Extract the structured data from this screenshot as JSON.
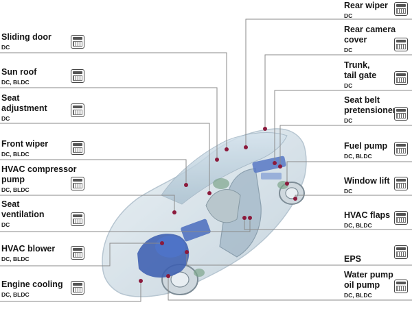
{
  "left_labels": [
    {
      "id": "sliding-door",
      "name": "Sliding door",
      "sub": "DC"
    },
    {
      "id": "sun-roof",
      "name": "Sun roof",
      "sub": "DC, BLDC"
    },
    {
      "id": "seat-adjustment",
      "name": "Seat\nadjustment",
      "sub": "DC"
    },
    {
      "id": "front-wiper",
      "name": "Front wiper",
      "sub": "DC, BLDC"
    },
    {
      "id": "hvac-compressor-pump",
      "name": "HVAC compressor\npump",
      "sub": "DC, BLDC"
    },
    {
      "id": "seat-ventilation",
      "name": "Seat\nventilation",
      "sub": "DC"
    },
    {
      "id": "hvac-blower",
      "name": "HVAC blower",
      "sub": "DC, BLDC"
    },
    {
      "id": "engine-cooling",
      "name": "Engine cooling",
      "sub": "DC, BLDC"
    }
  ],
  "right_labels": [
    {
      "id": "rear-wiper",
      "name": "Rear wiper",
      "sub": "DC"
    },
    {
      "id": "rear-camera-cover",
      "name": "Rear camera\ncover",
      "sub": "DC"
    },
    {
      "id": "trunk-tail-gate",
      "name": "Trunk,\ntail gate",
      "sub": "DC"
    },
    {
      "id": "seat-belt-pretensioner",
      "name": "Seat belt\npretensioner",
      "sub": "DC"
    },
    {
      "id": "fuel-pump",
      "name": "Fuel pump",
      "sub": "DC, BLDC"
    },
    {
      "id": "window-lift",
      "name": "Window lift",
      "sub": "DC"
    },
    {
      "id": "hvac-flaps",
      "name": "HVAC flaps",
      "sub": "DC, BLDC"
    },
    {
      "id": "eps",
      "name": "EPS",
      "sub": ""
    },
    {
      "id": "water-pump-oil-pump",
      "name": "Water pump\noil pump",
      "sub": "DC, BLDC"
    }
  ],
  "colors": {
    "leader_line": "#8a8a8a",
    "marker": "#8b1a3c",
    "motor_blue": "#3c5fb0",
    "car_body": "#b9ccd8"
  },
  "icon": "power-ic-chip-icon"
}
